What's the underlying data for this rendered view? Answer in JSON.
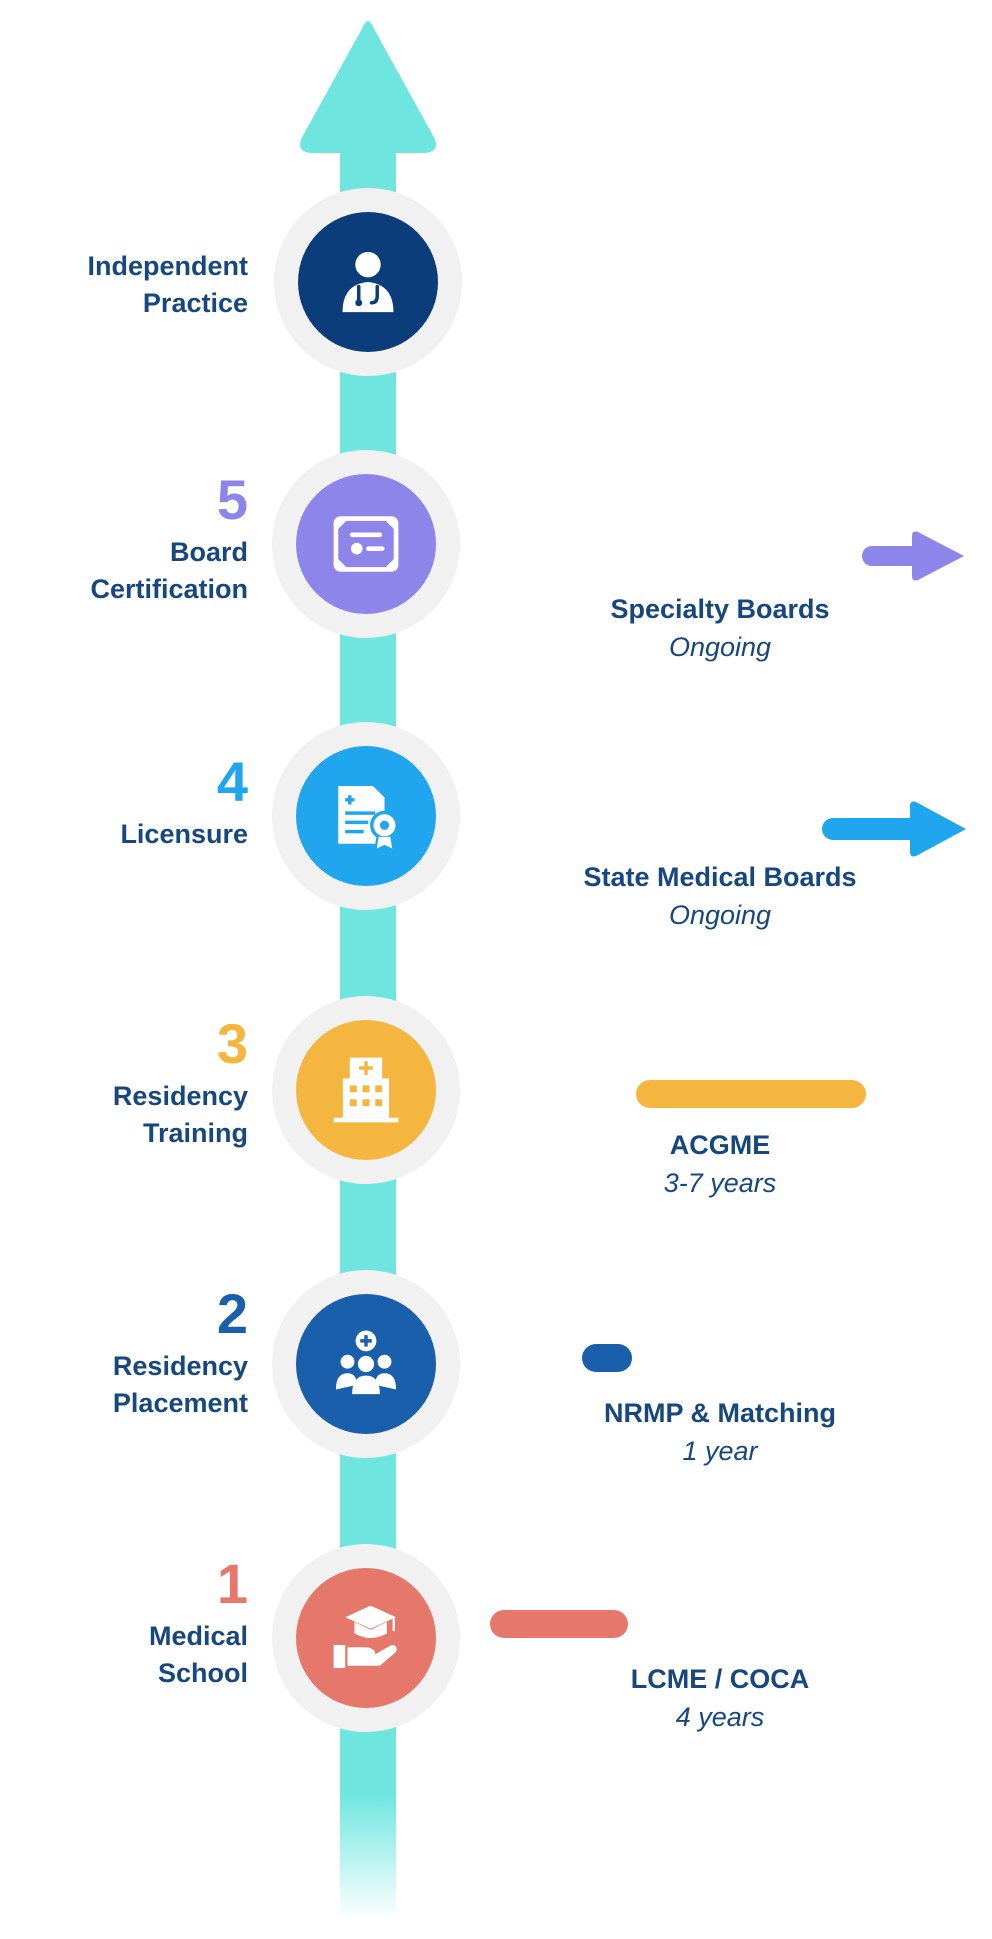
{
  "stages": [
    {
      "key": "independent",
      "title_lines": [
        "Independent",
        "Practice"
      ],
      "number": "",
      "color": "#0a3d7a",
      "icon": "doctor-icon"
    },
    {
      "key": "board",
      "title_lines": [
        "Board",
        "Certification"
      ],
      "number": "5",
      "color": "#8e85ea",
      "icon": "certificate-icon",
      "org": "Specialty Boards",
      "duration": "Ongoing"
    },
    {
      "key": "licensure",
      "title_lines": [
        "Licensure"
      ],
      "number": "4",
      "color": "#1fa6ee",
      "icon": "license-document-icon",
      "org": "State Medical Boards",
      "duration": "Ongoing"
    },
    {
      "key": "residency-training",
      "title_lines": [
        "Residency",
        "Training"
      ],
      "number": "3",
      "color": "#f4b63f",
      "icon": "hospital-icon",
      "org": "ACGME",
      "duration": "3-7 years"
    },
    {
      "key": "residency-placement",
      "title_lines": [
        "Residency",
        "Placement"
      ],
      "number": "2",
      "color": "#1a5fab",
      "icon": "medical-team-icon",
      "org": "NRMP & Matching",
      "duration": "1 year"
    },
    {
      "key": "medical-school",
      "title_lines": [
        "Medical",
        "School"
      ],
      "number": "1",
      "color": "#e5786a",
      "icon": "graduation-cap-hand-icon",
      "org": "LCME / COCA",
      "duration": "4 years"
    }
  ],
  "colors": {
    "spine": "#6ee6df",
    "text": "#17477f",
    "node_ring": "#f1f1f1"
  }
}
